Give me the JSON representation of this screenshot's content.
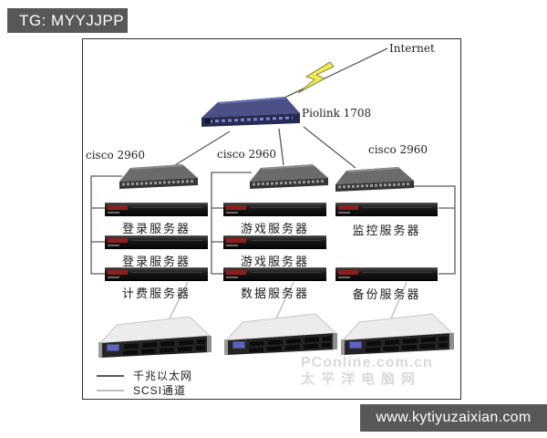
{
  "page": {
    "tag_label": "TG: MYYJJPP",
    "site_banner": "www.kytiyuzaixian.com"
  },
  "watermark": {
    "line1": "PConline.com.cn",
    "line2": "太平洋电脑网"
  },
  "diagram": {
    "internet_label": "Internet",
    "load_balancer_label": "Piolink 1708",
    "switch_labels": [
      "cisco 2960",
      "cisco 2960",
      "cisco 2960"
    ],
    "server_columns": [
      {
        "servers": [
          "登录服务器",
          "登录服务器",
          "计费服务器"
        ]
      },
      {
        "servers": [
          "游戏服务器",
          "游戏服务器",
          "数据服务器"
        ]
      },
      {
        "servers": [
          "监控服务器",
          "备份服务器"
        ]
      }
    ],
    "storage_units": 3,
    "legend": [
      {
        "label": "千兆以太网",
        "color": "#5a5a5a"
      },
      {
        "label": "SCSI通道",
        "color": "#bdbdbd"
      }
    ]
  },
  "colors": {
    "banner_bg": "#58585a",
    "ethernet_line": "#5a5a5a",
    "scsi_line": "#bdbdbd",
    "server_accent": "#8f1f1f",
    "lightning": "#efec4d"
  }
}
